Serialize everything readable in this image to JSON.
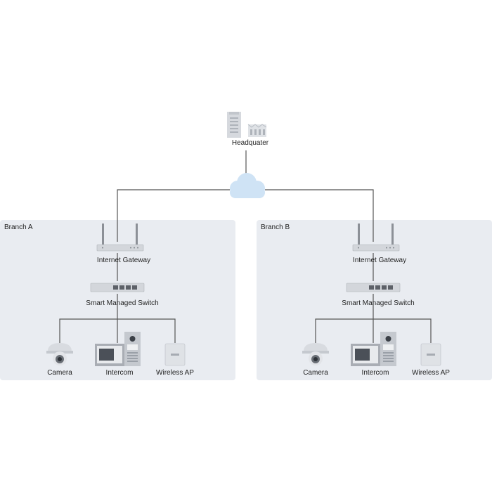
{
  "headquarters": {
    "label": "Headquater"
  },
  "branches": [
    {
      "title": "Branch A",
      "gateway": "Internet Gateway",
      "switch": "Smart Managed Switch",
      "devices": [
        "Camera",
        "Intercom",
        "Wireless AP"
      ]
    },
    {
      "title": "Branch B",
      "gateway": "Internet Gateway",
      "switch": "Smart Managed Switch",
      "devices": [
        "Camera",
        "Intercom",
        "Wireless AP"
      ]
    }
  ],
  "colors": {
    "panel": "#e9ecf1",
    "line": "#555555",
    "cloud": "#cfe3f5",
    "device": "#c9ccd1"
  }
}
